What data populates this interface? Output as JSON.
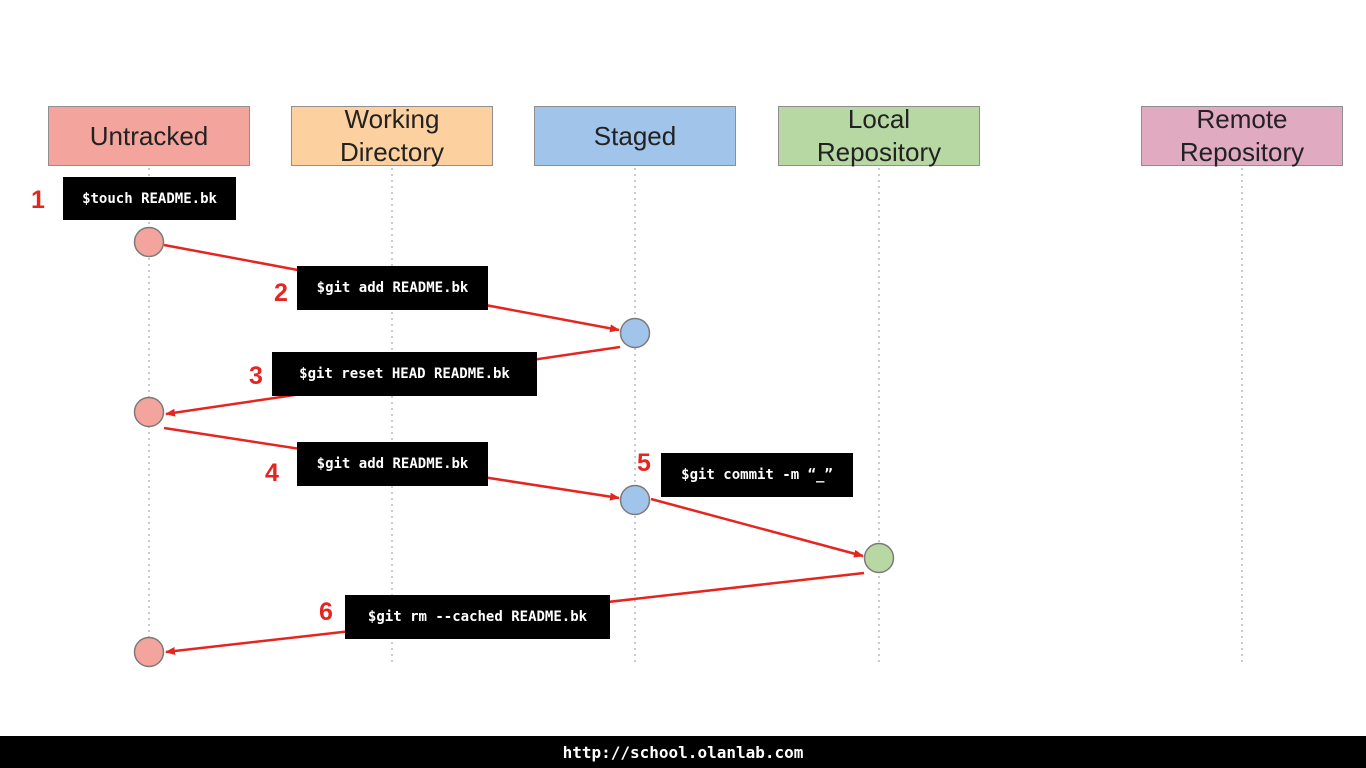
{
  "lanes": [
    {
      "label": "Untracked",
      "color": "#f2a49d"
    },
    {
      "label": "Working\nDirectory",
      "color": "#fcd09f"
    },
    {
      "label": "Staged",
      "color": "#a1c4ea"
    },
    {
      "label": "Local\nRepository",
      "color": "#b7d7a3"
    },
    {
      "label": "Remote\nRepository",
      "color": "#e0aac1"
    }
  ],
  "steps": [
    {
      "num": "1",
      "command": "$touch README.bk"
    },
    {
      "num": "2",
      "command": "$git add README.bk"
    },
    {
      "num": "3",
      "command": "$git reset HEAD README.bk"
    },
    {
      "num": "4",
      "command": "$git add README.bk"
    },
    {
      "num": "5",
      "command": "$git commit -m “_”"
    },
    {
      "num": "6",
      "command": "$git rm --cached README.bk"
    }
  ],
  "colors": {
    "arrow": "#e52620",
    "step_number": "#e52620"
  },
  "footer": {
    "url": "http://school.olanlab.com"
  }
}
